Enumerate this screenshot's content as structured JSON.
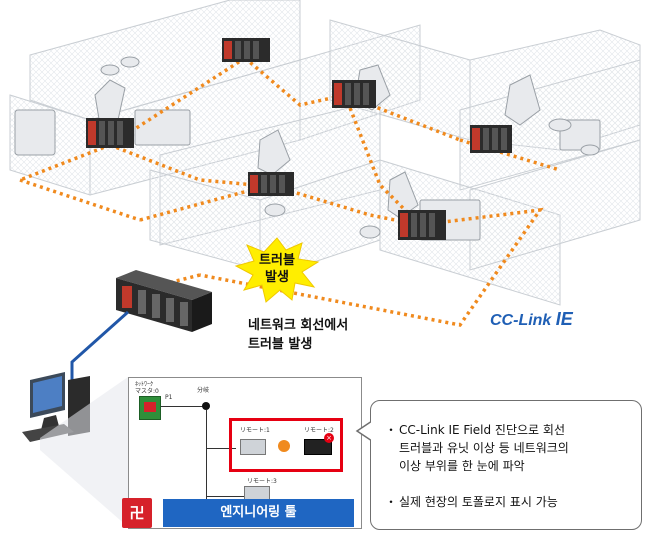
{
  "burst": {
    "line1": "트러블",
    "line2": "발생"
  },
  "message": {
    "line1": "네트워크 회선에서",
    "line2": "트러블 발생"
  },
  "logo": {
    "prefix": "CC-Link ",
    "suffix": "IE",
    "color": "#1f5fb5"
  },
  "screen": {
    "master_label1": "ﾈｯﾄﾜｰｸ",
    "master_label2": "マスタ:0",
    "p1": "P1",
    "branch": "分岐",
    "remote1": "リモート:1",
    "remote2": "リモート:2",
    "remote3": "リモート:3"
  },
  "tool": {
    "icon_text": "卍",
    "label": "엔지니어링 툴",
    "color": "#1f66c2",
    "icon_color": "#d6212a"
  },
  "callout": {
    "bullet": "・",
    "item1": [
      "CC-Link IE Field 진단으로 회선",
      "트러블과 유닛 이상 등 네트워크의",
      "이상 부위를 한 눈에 파악"
    ],
    "item2": [
      "실제 현장의 토폴로지 표시 가능"
    ]
  },
  "colors": {
    "dotted_line": "#f08a1e",
    "burst_fill": "#ffee00",
    "error_box": "#e60012"
  }
}
